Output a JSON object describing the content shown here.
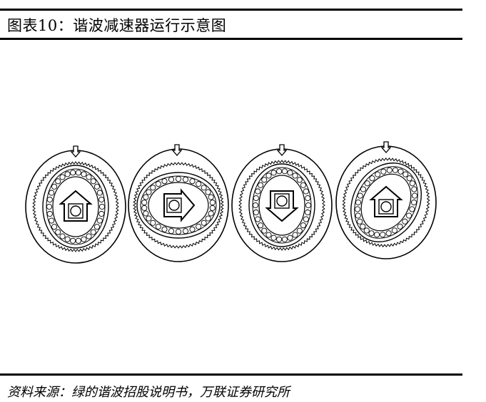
{
  "header": {
    "title": "图表10：谐波减速器运行示意图"
  },
  "figure": {
    "panels": [
      {
        "arrow": "up"
      },
      {
        "arrow": "right"
      },
      {
        "arrow": "down"
      },
      {
        "arrow": "up"
      }
    ]
  },
  "footer": {
    "source": "资料来源：绿的谐波招股说明书，万联证券研究所"
  }
}
